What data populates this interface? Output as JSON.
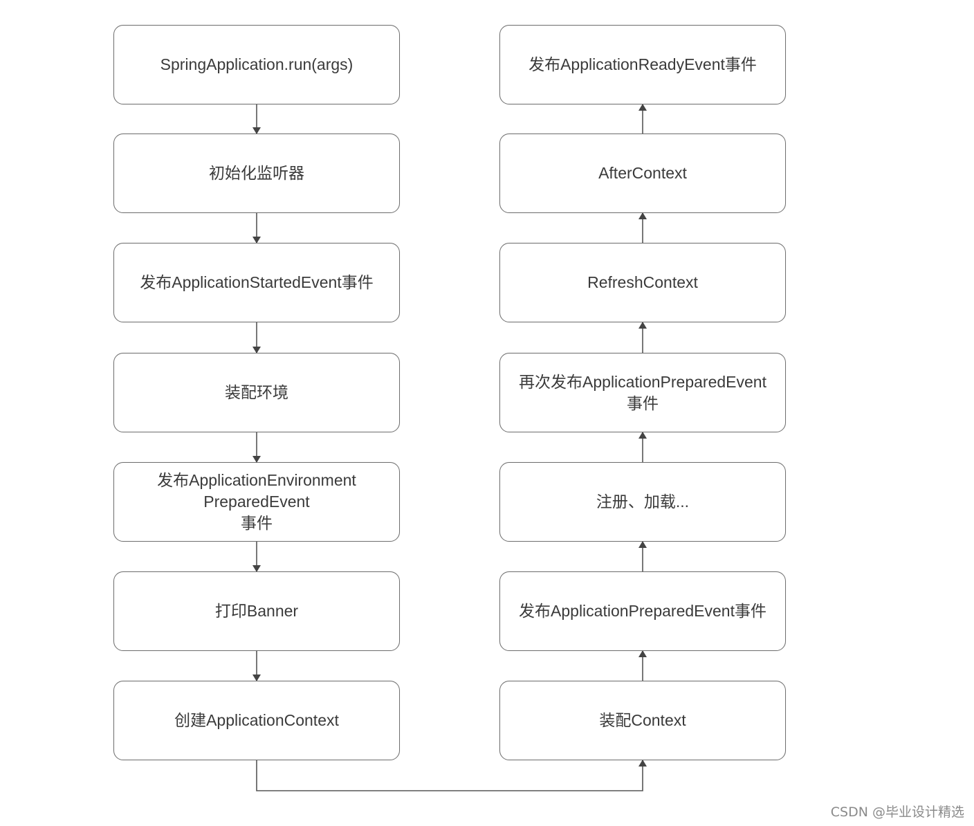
{
  "diagram": {
    "left_column": [
      "SpringApplication.run(args)",
      "初始化监听器",
      "发布ApplicationStartedEvent事件",
      "装配环境",
      "发布ApplicationEnvironment\nPreparedEvent\n事件",
      "打印Banner",
      "创建ApplicationContext"
    ],
    "right_column": [
      "发布ApplicationReadyEvent事件",
      "AfterContext",
      "RefreshContext",
      "再次发布ApplicationPreparedEvent\n事件",
      "注册、加载...",
      "发布ApplicationPreparedEvent事件",
      "装配Context"
    ]
  },
  "watermark": "CSDN @毕业设计精选"
}
